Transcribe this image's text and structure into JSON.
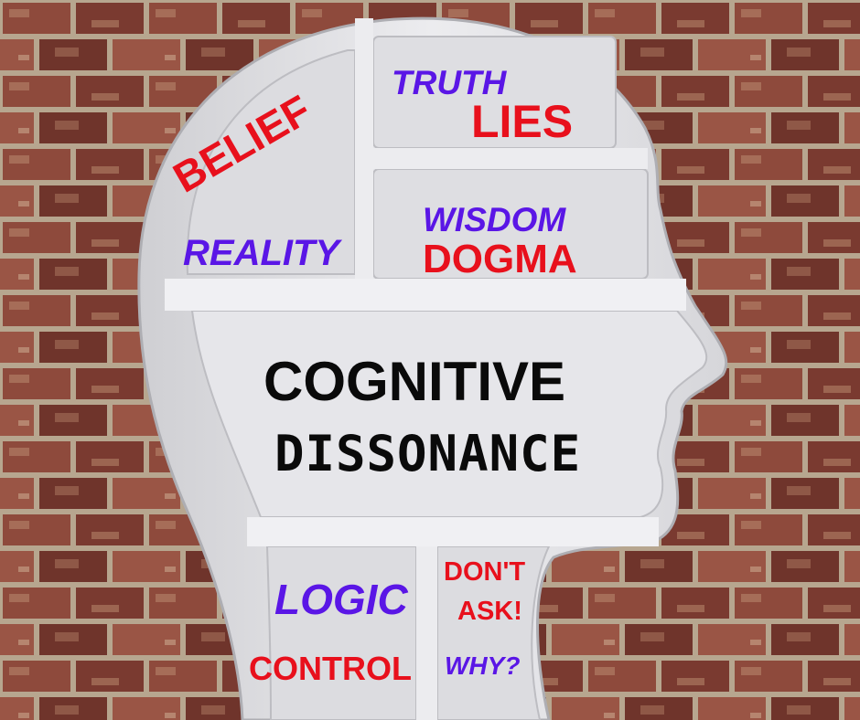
{
  "colors": {
    "red": "#e8101c",
    "purple": "#5a16e6",
    "black": "#0a0a0a",
    "shelf": "#e3e3e6",
    "shelf_shadow": "#b9b9bd",
    "shelf_inner": "#d3d3d7",
    "brick_dark": "#6b3128",
    "brick_mid": "#8e4a3c",
    "mortar": "#b9aa95"
  },
  "words": {
    "truth": "TRUTH",
    "lies": "LIES",
    "belief": "BELIEF",
    "reality": "REALITY",
    "wisdom": "WISDOM",
    "dogma": "DOGMA",
    "cognitive": "COGNITIVE",
    "dissonance": "DISSONANCE",
    "logic": "LOGIC",
    "control": "CONTROL",
    "dont": "DON'T",
    "ask": "ASK!",
    "why": "WHY?"
  }
}
